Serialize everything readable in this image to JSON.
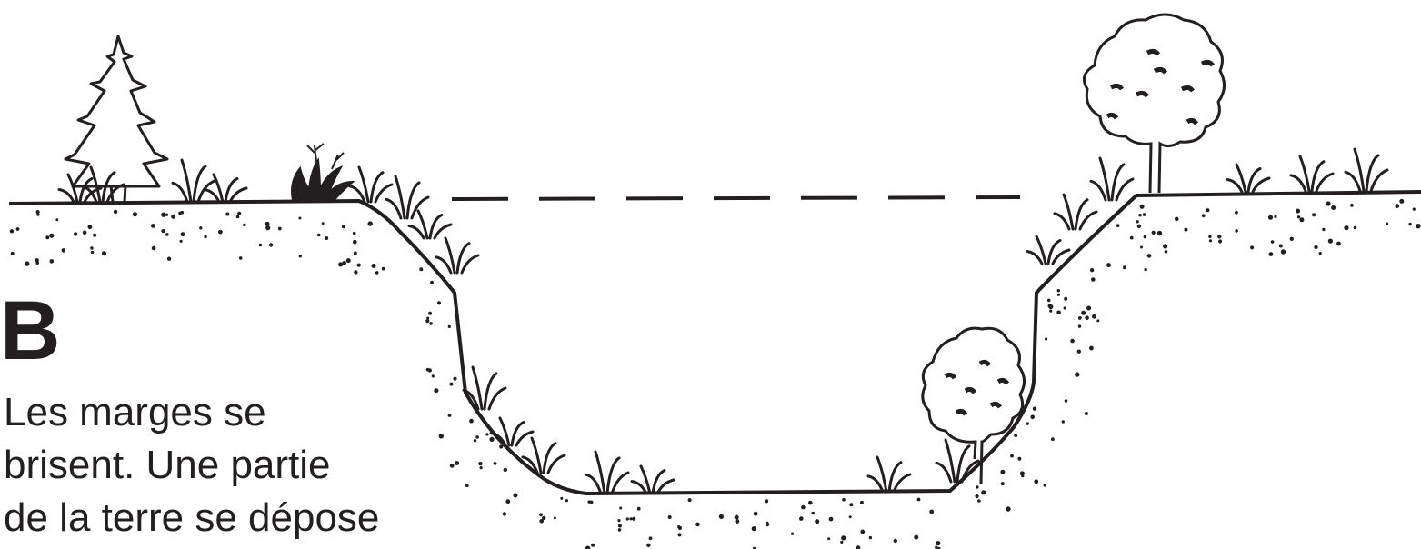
{
  "panel": {
    "letter": "B",
    "caption_lines": [
      "Les marges se",
      "brisent. Une partie",
      "de la terre se dépose"
    ]
  },
  "colors": {
    "ink": "#231f20",
    "background": "#ffffff"
  },
  "icons": [
    "conifer-tree-icon",
    "leafy-tree-icon",
    "grass-tuft-icon",
    "agave-plant-icon",
    "soil-dots",
    "water-level-dashed-line"
  ]
}
